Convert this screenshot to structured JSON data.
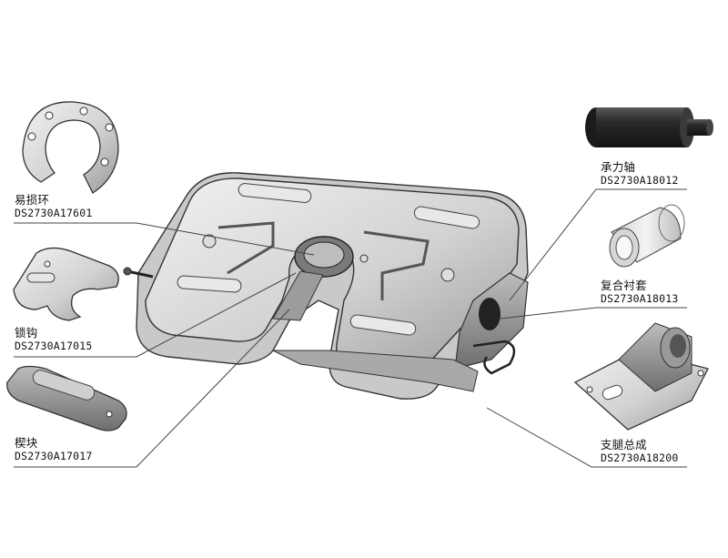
{
  "parts": [
    {
      "id": "wear-ring",
      "name": "易损环",
      "code": "DS2730A17601"
    },
    {
      "id": "lock-hook",
      "name": "锁钩",
      "code": "DS2730A17015"
    },
    {
      "id": "wedge-block",
      "name": "楔块",
      "code": "DS2730A17017"
    },
    {
      "id": "bearing-shaft",
      "name": "承力轴",
      "code": "DS2730A18012"
    },
    {
      "id": "composite-bush",
      "name": "复合衬套",
      "code": "DS2730A18013"
    },
    {
      "id": "support-leg",
      "name": "支腿总成",
      "code": "DS2730A18200"
    }
  ]
}
